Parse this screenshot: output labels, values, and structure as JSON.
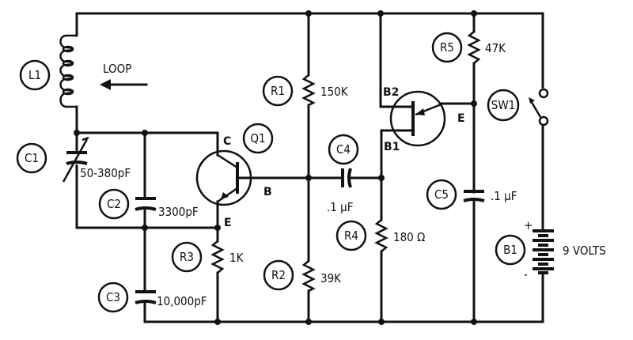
{
  "diagram": {
    "type": "circuit-schematic",
    "title": "",
    "loop_label": "LOOP",
    "components": {
      "L1": {
        "ref": "L1",
        "kind": "inductor-loop",
        "value": ""
      },
      "C1": {
        "ref": "C1",
        "kind": "variable-capacitor",
        "value": "50-380pF"
      },
      "C2": {
        "ref": "C2",
        "kind": "capacitor",
        "value": "3300pF"
      },
      "C3": {
        "ref": "C3",
        "kind": "capacitor",
        "value": "10,000pF"
      },
      "C4": {
        "ref": "C4",
        "kind": "capacitor",
        "value": ".1 µF"
      },
      "C5": {
        "ref": "C5",
        "kind": "capacitor",
        "value": ".1 µF"
      },
      "R1": {
        "ref": "R1",
        "kind": "resistor",
        "value": "150K"
      },
      "R2": {
        "ref": "R2",
        "kind": "resistor",
        "value": "39K"
      },
      "R3": {
        "ref": "R3",
        "kind": "resistor",
        "value": "1K"
      },
      "R4": {
        "ref": "R4",
        "kind": "resistor",
        "value": "180 Ω"
      },
      "R5": {
        "ref": "R5",
        "kind": "resistor",
        "value": "47K"
      },
      "Q1": {
        "ref": "Q1",
        "kind": "npn-transistor",
        "pins": {
          "collector": "C",
          "base": "B",
          "emitter": "E"
        }
      },
      "Q2": {
        "ref": "",
        "kind": "unijunction-transistor",
        "pins": {
          "base2": "B2",
          "base1": "B1",
          "emitter": "E"
        }
      },
      "SW1": {
        "ref": "SW1",
        "kind": "switch-spst"
      },
      "B1": {
        "ref": "B1",
        "kind": "battery",
        "value": "9 VOLTS",
        "plus": "+",
        "minus": "-"
      }
    }
  }
}
